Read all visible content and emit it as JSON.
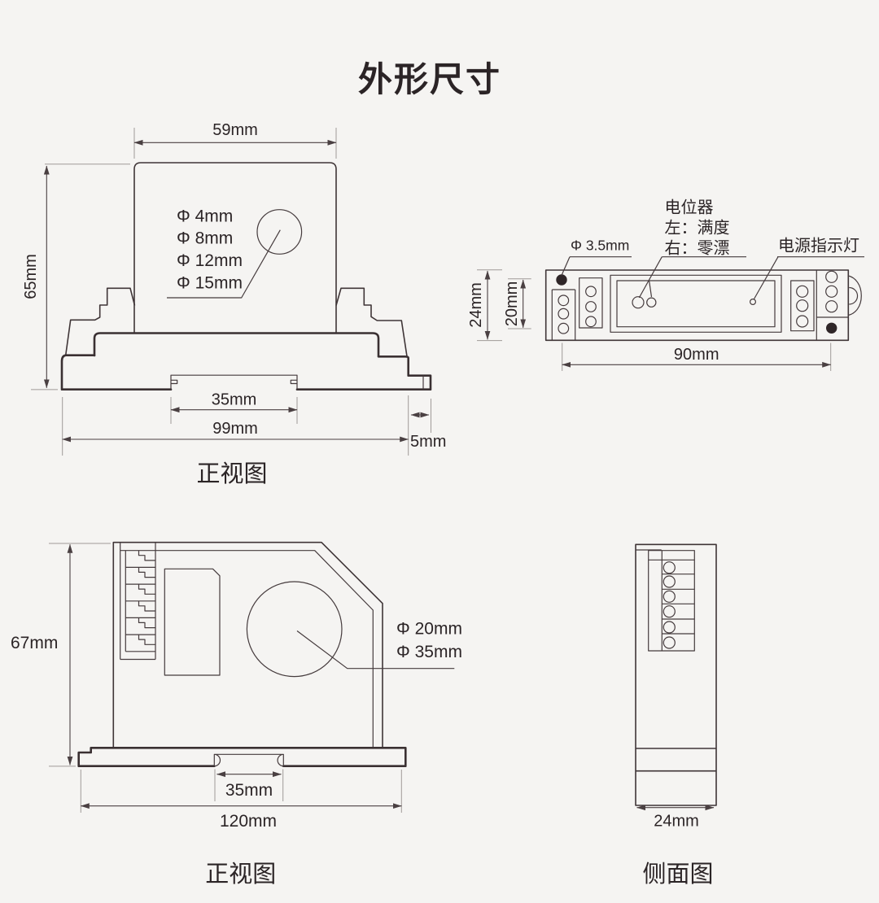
{
  "title": "外形尺寸",
  "views": {
    "front1": {
      "caption": "正视图",
      "dims": {
        "top_width": "59mm",
        "height": "65mm",
        "slot": "35mm",
        "base_width": "99mm",
        "clip": "5mm"
      },
      "hole_labels": [
        "Φ 4mm",
        "Φ 8mm",
        "Φ 12mm",
        "Φ 15mm"
      ]
    },
    "top": {
      "dims": {
        "height": "24mm",
        "inner_height": "20mm",
        "length": "90mm",
        "mount_hole": "Φ 3.5mm"
      },
      "potentiometer_label": {
        "line1": "电位器",
        "line2": "左：满度",
        "line3": "右：零漂"
      },
      "led_label": "电源指示灯"
    },
    "front2": {
      "caption": "正视图",
      "dims": {
        "height": "67mm",
        "slot": "35mm",
        "base_width": "120mm"
      },
      "hole_labels": [
        "Φ 20mm",
        "Φ 35mm"
      ]
    },
    "side": {
      "caption": "侧面图",
      "dims": {
        "width": "24mm"
      }
    }
  },
  "colors": {
    "background": "#f5f4f2",
    "line": "#3f3537",
    "dimension": "#4a4042",
    "extension": "#a09a98",
    "text": "#2b2426"
  }
}
